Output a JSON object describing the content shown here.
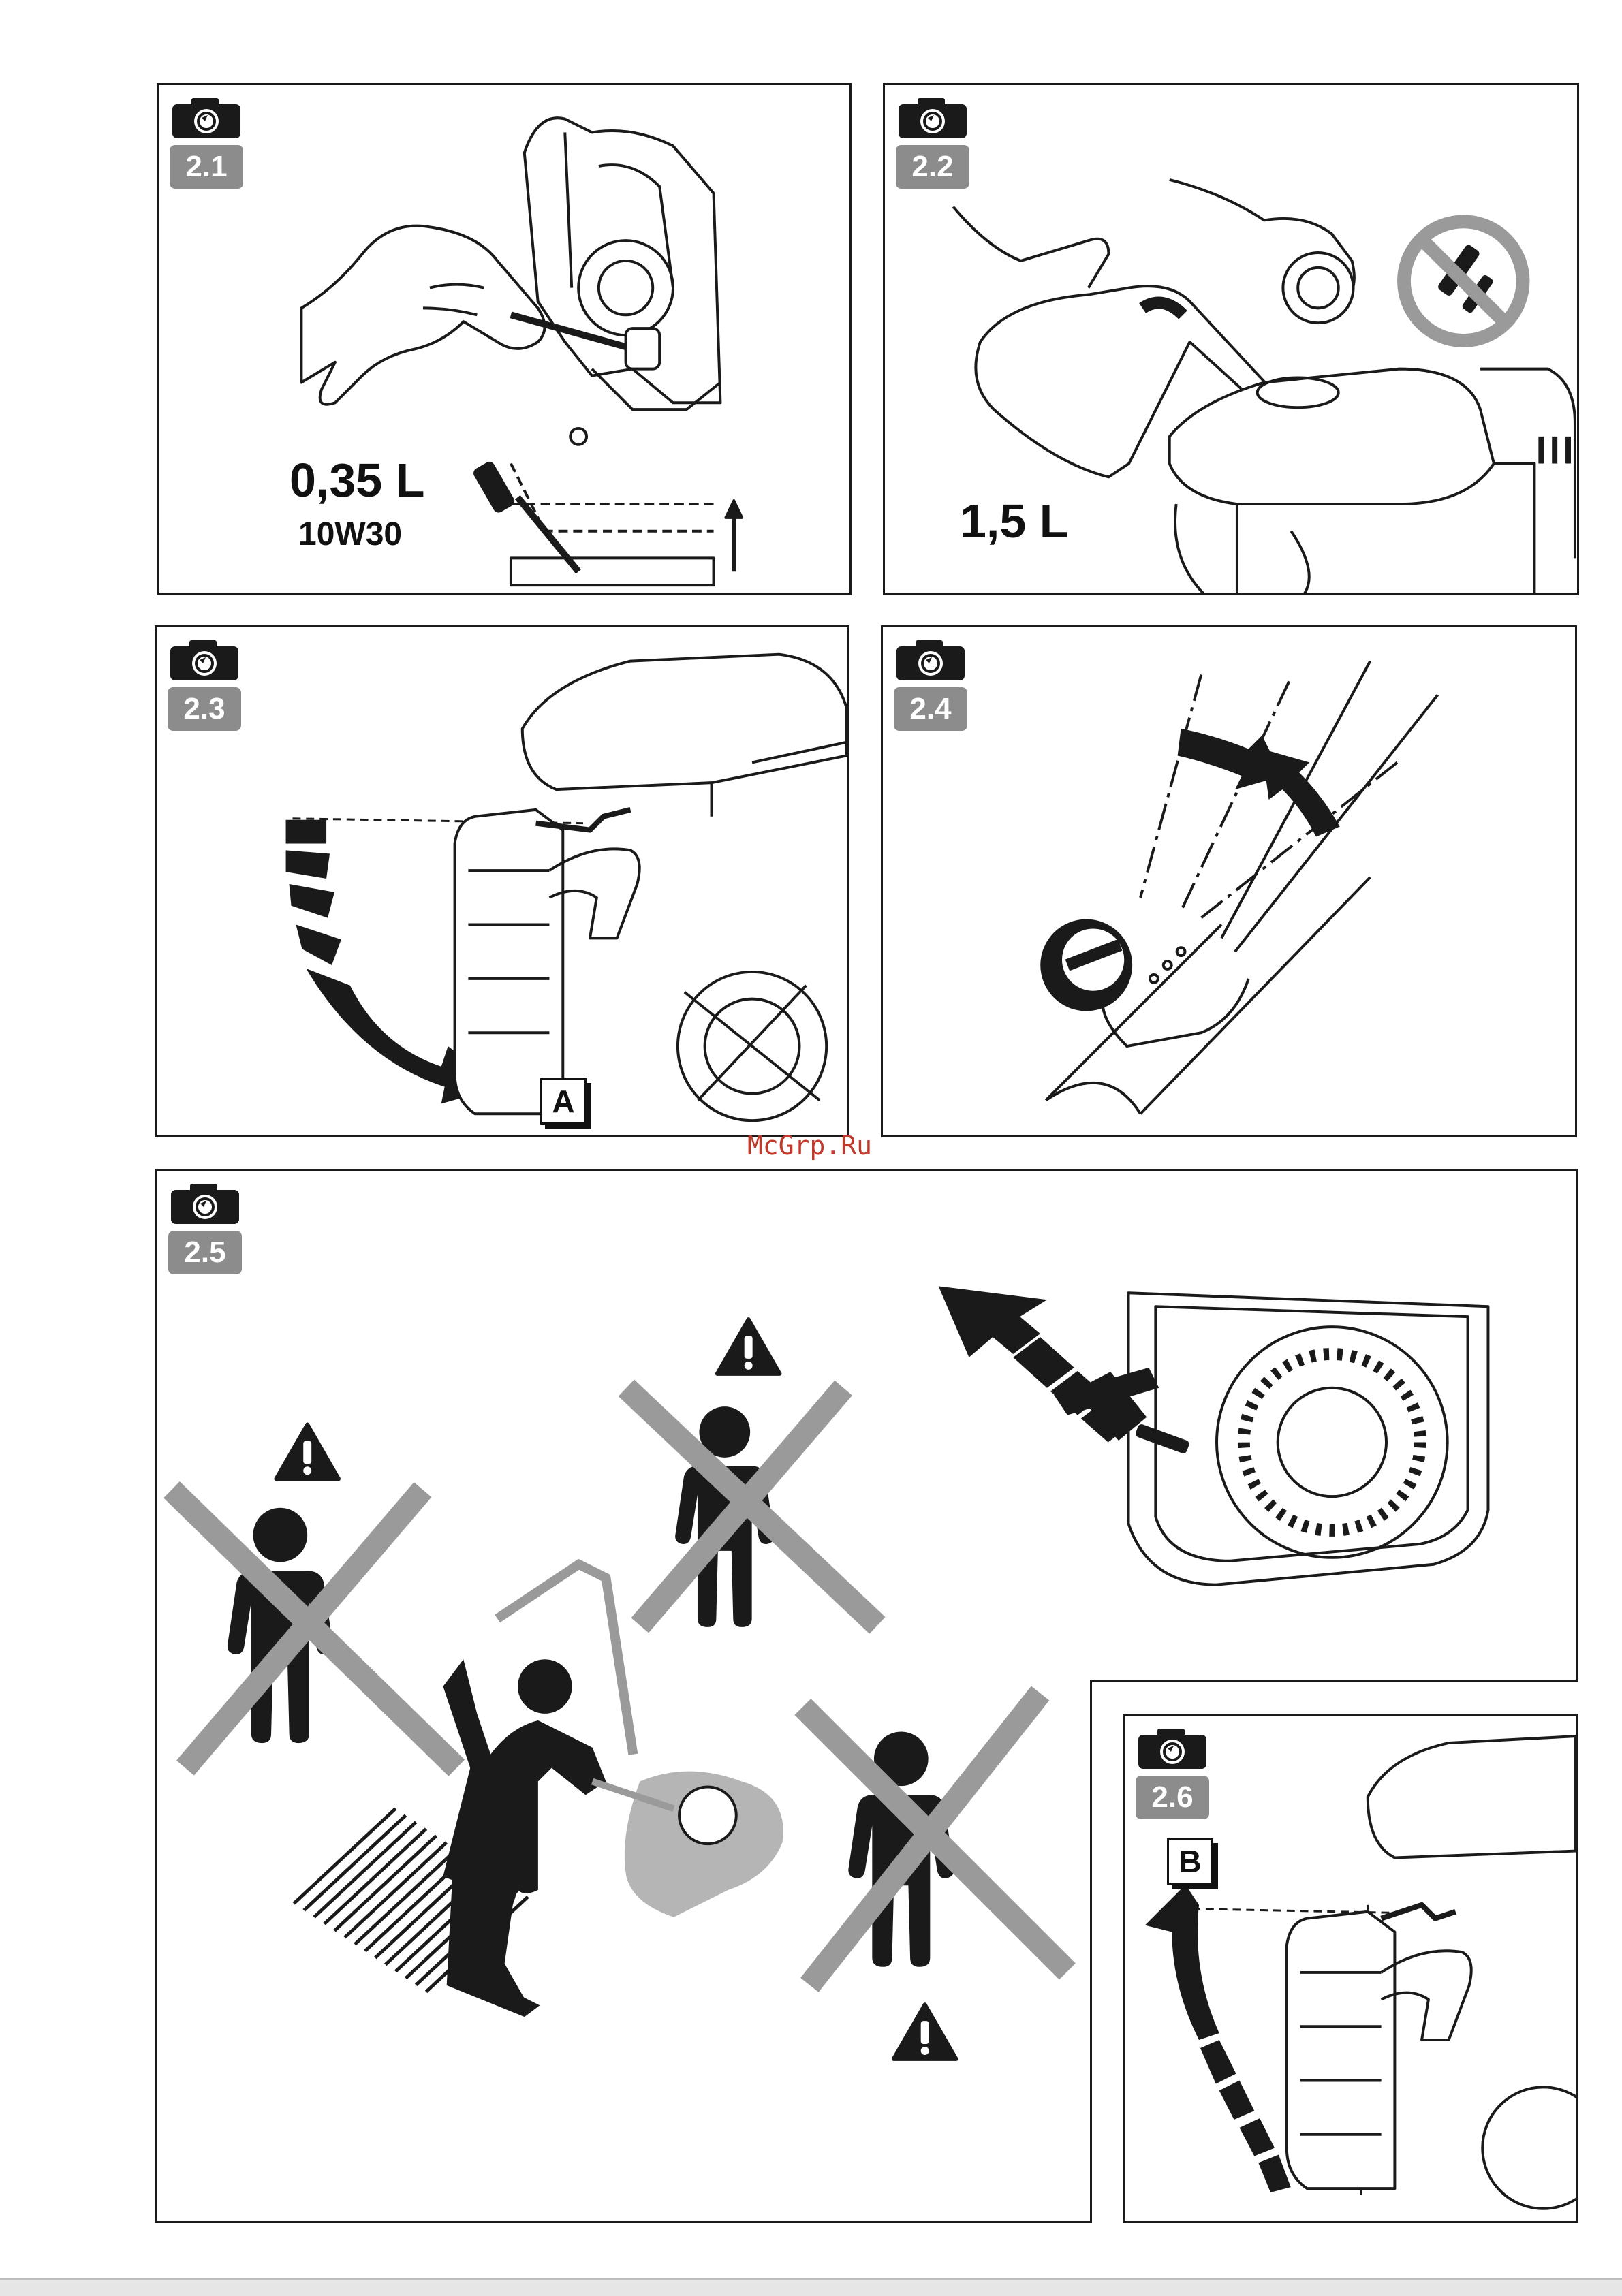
{
  "watermark": "McGrp.Ru",
  "panels": {
    "p21": {
      "number": "2.1",
      "volume": "0,35 L",
      "oil_grade": "10W30"
    },
    "p22": {
      "number": "2.2",
      "volume": "1,5 L"
    },
    "p23": {
      "number": "2.3",
      "marker": "A"
    },
    "p24": {
      "number": "2.4"
    },
    "p25": {
      "number": "2.5"
    },
    "p26": {
      "number": "2.6",
      "marker": "B"
    }
  },
  "icons": {
    "camera": "camera-icon",
    "warning": "warning-triangle-icon",
    "no_smoking": "no-smoking-icon",
    "prohibited_person": "crossed-person-icon"
  },
  "colors": {
    "badge": "#8c8c8c",
    "cross": "#9a9a9a",
    "ink": "#1a1a1a",
    "watermark": "#c0392b"
  }
}
